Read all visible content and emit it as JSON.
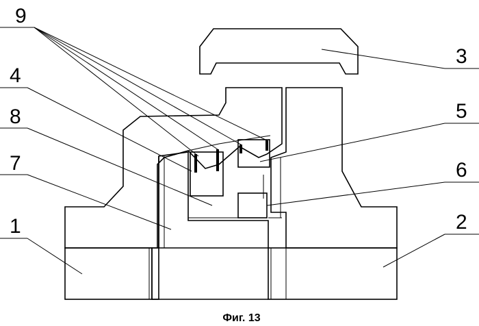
{
  "figure": {
    "caption": "Фиг. 13",
    "part_labels": {
      "p9": "9",
      "p4": "4",
      "p8": "8",
      "p7": "7",
      "p1": "1",
      "p3": "3",
      "p5": "5",
      "p6": "6",
      "p2": "2"
    }
  }
}
